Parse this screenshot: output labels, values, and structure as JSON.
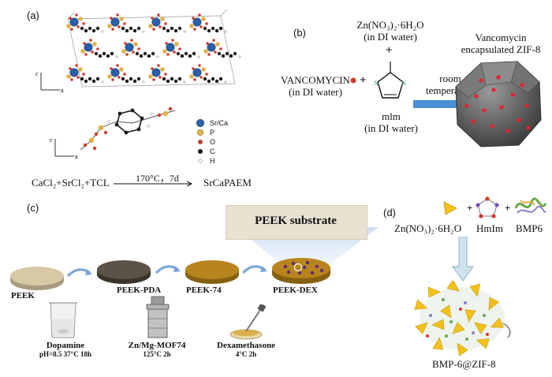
{
  "panel_a": {
    "label": "(a)",
    "legend": [
      {
        "symbol": "large-blue-sphere",
        "label": "Sr/Ca"
      },
      {
        "symbol": "yellow-sphere",
        "label": "P"
      },
      {
        "symbol": "red-sphere",
        "label": "O"
      },
      {
        "symbol": "black-sphere",
        "label": "C"
      },
      {
        "symbol": "white-sphere",
        "label": "H"
      }
    ],
    "axis_c": "c",
    "axis_a": "a",
    "reaction_reactants": "CaCl₂+SrCl₂+TCL",
    "reaction_conditions": "170°C，7d",
    "reaction_product": "SrCaPAEM"
  },
  "panel_b": {
    "label": "(b)",
    "zn_line1": "Zn(NO₃)₂·6H₂O",
    "zn_line2": "(in DI water)",
    "plus_top": "+",
    "vanco_line1": "VANCOMYCIN",
    "vanco_line2": "(in DI water)",
    "plus_left": "+",
    "mlm_line1": "mlm",
    "mlm_line2": "(in DI water)",
    "arrow_line1": "room",
    "arrow_line2": "temperature",
    "product_line1": "Vancomycin",
    "product_line2": "encapsulated ZIF-8"
  },
  "panel_c": {
    "label": "(c)",
    "substrate_title": "PEEK substrate",
    "discs": [
      "PEEK",
      "PEEK-PDA",
      "PEEK-74",
      "PEEK-DEX"
    ],
    "reagents": [
      {
        "name": "Dopamine",
        "conditions": "pH=8.5  37°C  18h"
      },
      {
        "name": "Zn/Mg-MOF74",
        "conditions": "125°C  2h"
      },
      {
        "name": "Dexamethasone",
        "conditions": "4°C  2h"
      }
    ]
  },
  "panel_d": {
    "label": "(d)",
    "zn": "Zn(NO₃)₂·6H₂O",
    "hmim": "HmIm",
    "bmp": "BMP6",
    "plus": "+",
    "product": "BMP-6@ZIF-8"
  },
  "colors": {
    "strontium": "#2b5fa8",
    "phosphorus": "#e2b24a",
    "oxygen": "#d23a2a",
    "carbon": "#1a1a1a",
    "arrow_blue": "#4a8fd6",
    "zif_grey": "#5c5c5c",
    "peek_beige": "#d8c9a6",
    "peek_pda": "#5c5247",
    "peek_74": "#b8841e",
    "zif_yellow": "#f2c11a"
  }
}
